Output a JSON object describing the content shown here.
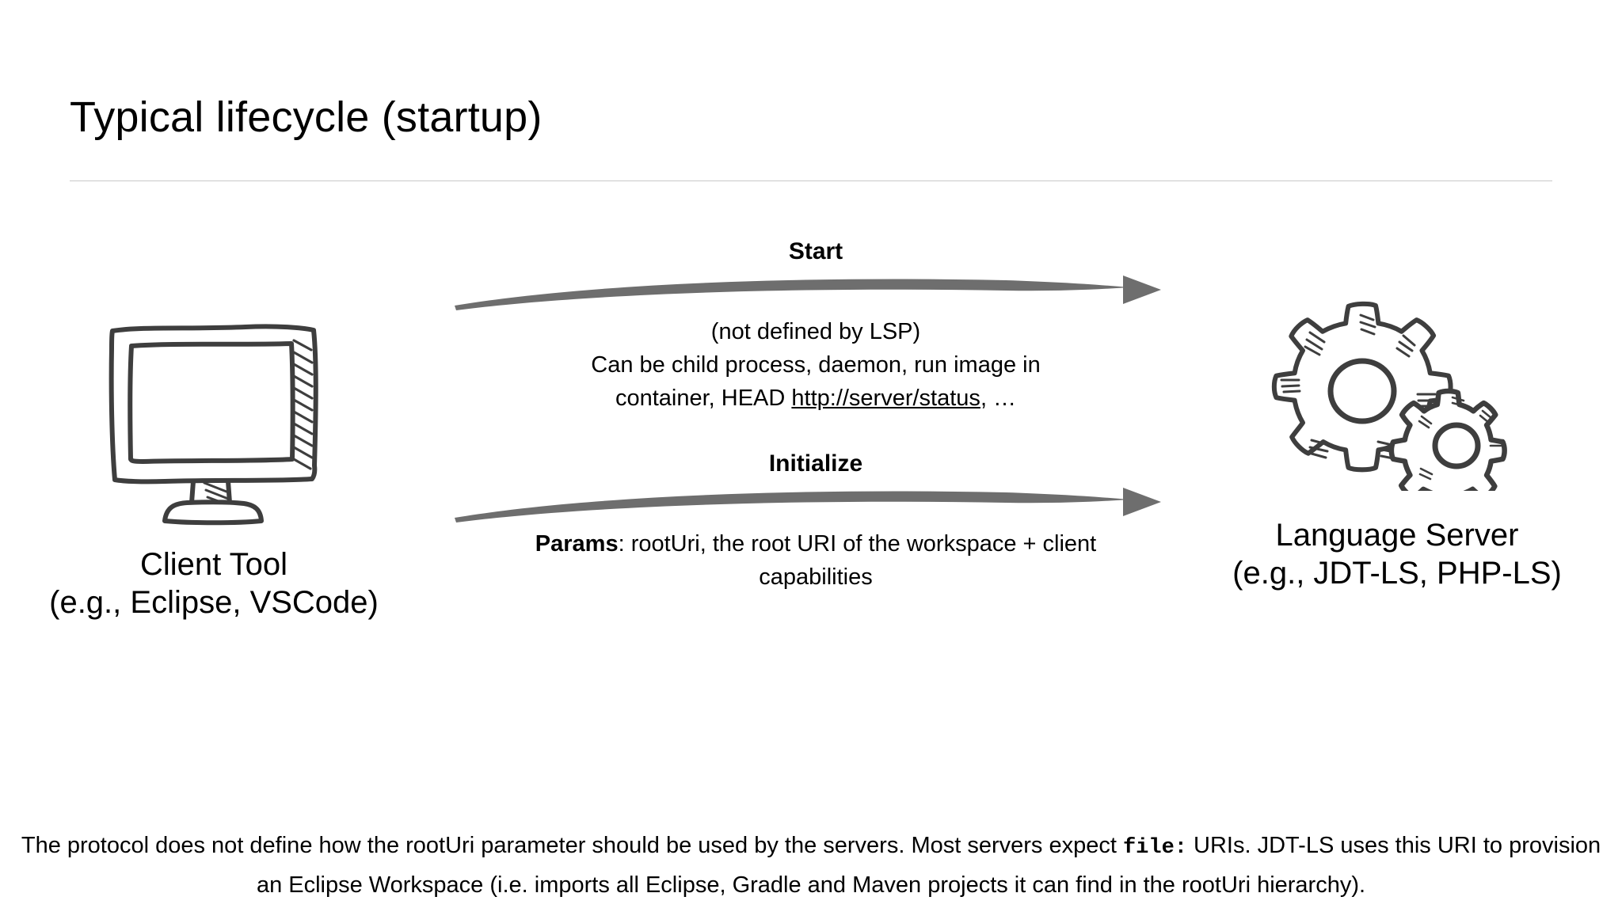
{
  "slide": {
    "title": "Typical lifecycle (startup)"
  },
  "actors": {
    "client": {
      "icon": "computer-monitor-icon",
      "name": "Client Tool",
      "examples": "(e.g., Eclipse, VSCode)"
    },
    "server": {
      "icon": "gears-icon",
      "name": "Language Server",
      "examples": "(e.g., JDT-LS, PHP-LS)"
    }
  },
  "messages": [
    {
      "id": "start",
      "label": "Start",
      "direction": "client-to-server",
      "description_line1": "(not defined by LSP)",
      "description_line2": "Can be child process, daemon, run image in",
      "description_line3_prefix": "container, HEAD ",
      "description_link": "http://server/status",
      "description_line3_suffix": ", …"
    },
    {
      "id": "initialize",
      "label": "Initialize",
      "direction": "client-to-server",
      "params_label": "Params",
      "description": ": rootUri, the root URI of the workspace + client capabilities"
    }
  ],
  "footnote": {
    "part1": "The protocol does not define how the rootUri parameter should be used by the servers. Most servers expect ",
    "mono": "file:",
    "part2": " URIs. JDT-LS uses this URI to provision an Eclipse Workspace  (i.e. imports all Eclipse, Gradle and Maven projects it can find in the rootUri hierarchy)."
  },
  "colors": {
    "ink": "#3e3e3e",
    "arrow": "#6e6e6e",
    "rule": "#c8c8c8",
    "text": "#000000"
  }
}
